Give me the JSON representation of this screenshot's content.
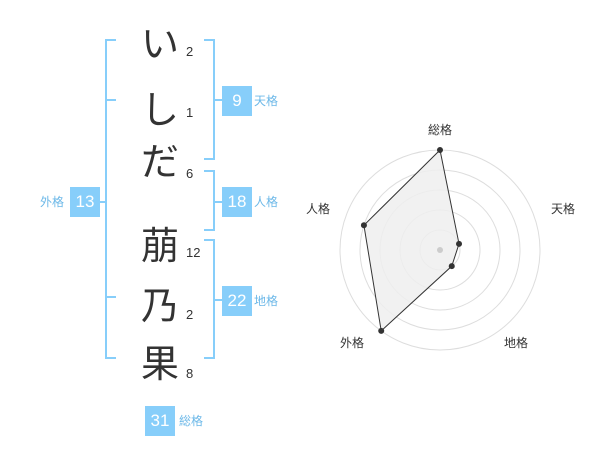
{
  "characters": [
    {
      "char": "い",
      "strokes": "2"
    },
    {
      "char": "し",
      "strokes": "1"
    },
    {
      "char": "だ",
      "strokes": "6"
    },
    {
      "char": "萠",
      "strokes": "12"
    },
    {
      "char": "乃",
      "strokes": "2"
    },
    {
      "char": "果",
      "strokes": "8"
    }
  ],
  "fortunes": {
    "tenkaku": {
      "label": "天格",
      "value": "9"
    },
    "jinkaku": {
      "label": "人格",
      "value": "18"
    },
    "chikaku": {
      "label": "地格",
      "value": "22"
    },
    "gaikaku": {
      "label": "外格",
      "value": "13"
    },
    "soukaku": {
      "label": "総格",
      "value": "31"
    }
  },
  "chart_data": {
    "type": "radar",
    "axes": [
      "総格",
      "天格",
      "地格",
      "外格",
      "人格"
    ],
    "values": [
      31,
      9,
      22,
      13,
      18
    ],
    "scores": [
      5,
      1,
      1,
      5,
      4
    ],
    "max_score": 5,
    "rings": 5,
    "colors": {
      "fill": "#eeeeee",
      "line": "#333333",
      "ring": "#dddddd",
      "center": "#cccccc"
    }
  },
  "colors": {
    "badge": "#87cefa",
    "bracket": "#87cefa",
    "badge_label": "#6cb8e8"
  }
}
